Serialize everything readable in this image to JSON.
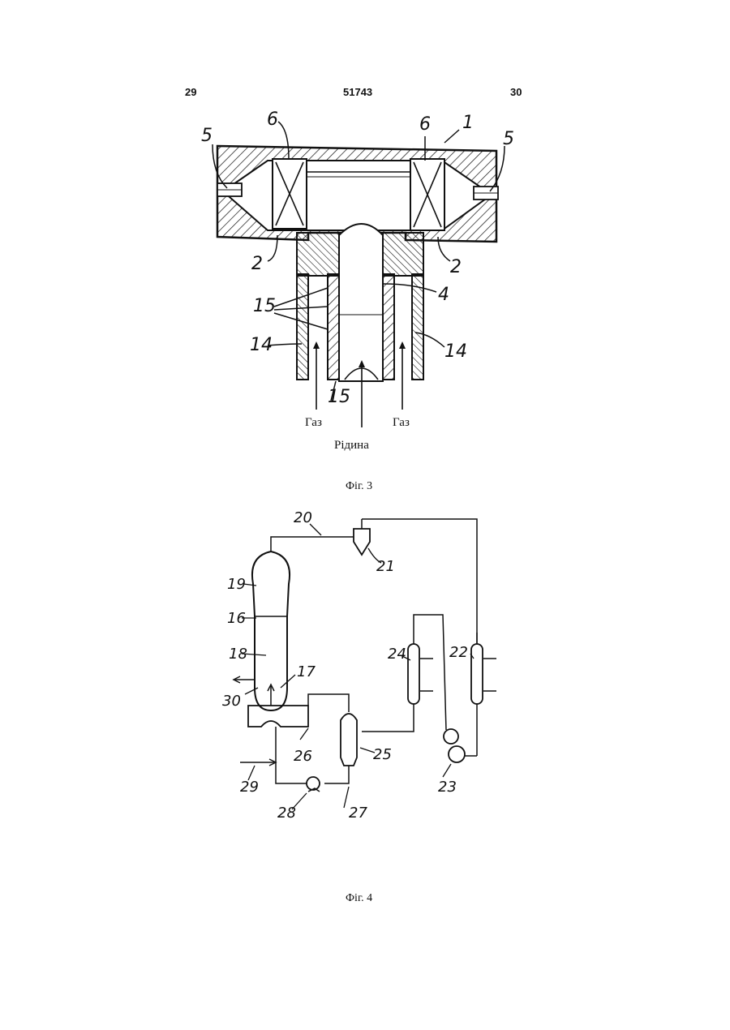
{
  "header": {
    "left_page": "29",
    "doc_number": "51743",
    "right_page": "30"
  },
  "fig3": {
    "caption": "Фіг. 3",
    "labels": {
      "l1": "1",
      "l2a": "2",
      "l2b": "2",
      "l4": "4",
      "l5a": "5",
      "l5b": "5",
      "l6a": "6",
      "l6b": "6",
      "l14a": "14",
      "l14b": "14",
      "l15a": "15",
      "l15b": "15"
    },
    "flow": {
      "gas_left": "Газ",
      "gas_right": "Газ",
      "liquid": "Рідина"
    }
  },
  "fig4": {
    "caption": "Фіг. 4",
    "labels": {
      "l16": "16",
      "l17": "17",
      "l18": "18",
      "l19": "19",
      "l20": "20",
      "l21": "21",
      "l22": "22",
      "l23": "23",
      "l24": "24",
      "l25": "25",
      "l26": "26",
      "l27": "27",
      "l28": "28",
      "l29": "29",
      "l30": "30"
    }
  }
}
